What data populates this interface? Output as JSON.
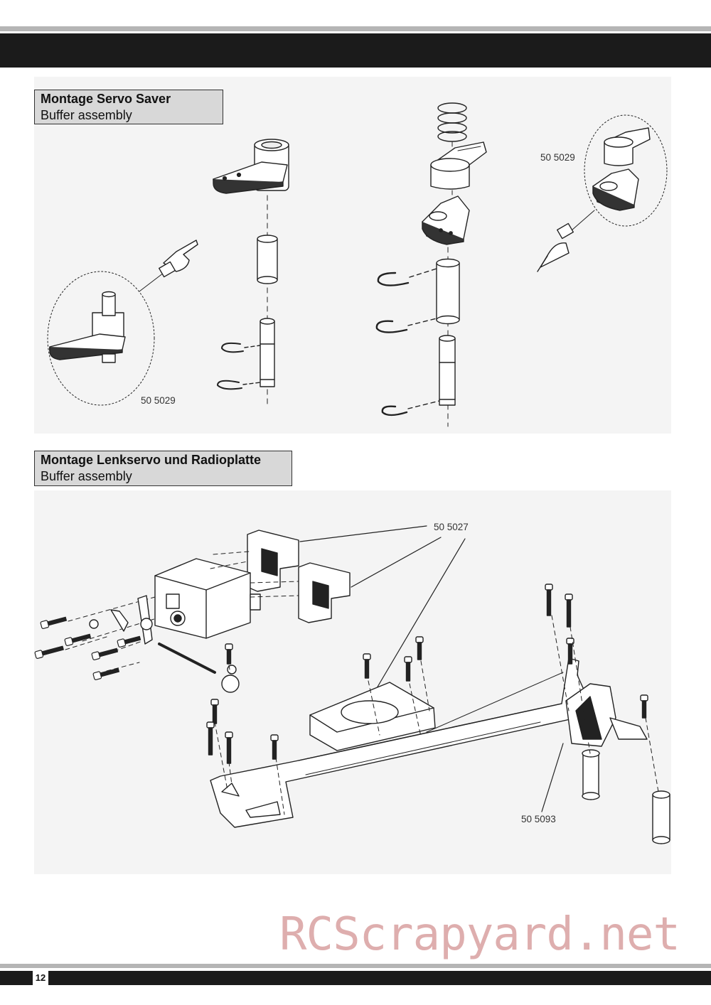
{
  "section1": {
    "title": "Montage Servo Saver",
    "subtitle": "Buffer assembly"
  },
  "section2": {
    "title": "Montage Lenkservo und Radioplatte",
    "subtitle": "Buffer assembly"
  },
  "part_numbers": {
    "left_detail": "50 5029",
    "right_detail": "50 5029",
    "servo_mount": "50 5027",
    "front_bulkhead": "50 5093"
  },
  "watermark": "RCScrapyard.net",
  "page_number": "12",
  "colors": {
    "header_band": "#1b1b1b",
    "rule": "#b5b5b5",
    "label_bg": "#d8d8d8",
    "watermark": "#d9a0a0"
  }
}
